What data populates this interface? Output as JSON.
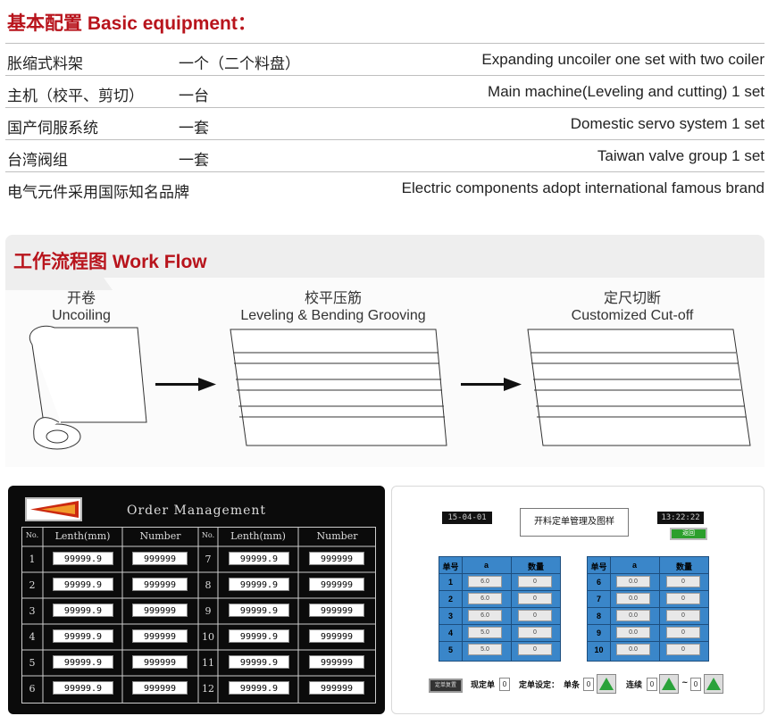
{
  "basic": {
    "heading": "基本配置 Basic equipment：",
    "rows": [
      {
        "cn": "胀缩式料架",
        "qty": "一个（二个料盘）",
        "en": "Expanding uncoiler one set with two coiler"
      },
      {
        "cn": "主机（校平、剪切）",
        "qty": "一台",
        "en": "Main machine(Leveling and cutting) 1 set"
      },
      {
        "cn": "国产伺服系统",
        "qty": "一套",
        "en": "Domestic servo system 1 set"
      },
      {
        "cn": "台湾阀组",
        "qty": "一套",
        "en": "Taiwan valve group  1 set"
      },
      {
        "cn": "电气元件采用国际知名品牌",
        "qty": "",
        "en": "Electric components adopt international famous brand"
      }
    ]
  },
  "workflow": {
    "title": "工作流程图 Work Flow",
    "steps": [
      {
        "cn": "开卷",
        "en": "Uncoiling"
      },
      {
        "cn": "校平压筋",
        "en": "Leveling & Bending Grooving"
      },
      {
        "cn": "定尺切断",
        "en": "Customized Cut-off"
      }
    ]
  },
  "order": {
    "title": "Order Management",
    "headers": [
      "No.",
      "Lenth(mm)",
      "Number",
      "No.",
      "Lenth(mm)",
      "Number"
    ],
    "left_nums": [
      "1",
      "2",
      "3",
      "4",
      "5",
      "6"
    ],
    "right_nums": [
      "7",
      "8",
      "9",
      "10",
      "11",
      "12"
    ],
    "length": "99999.9",
    "number": "999999"
  },
  "hmi": {
    "date": "15-04-01",
    "time": "13:22:22",
    "title": "开料定单管理及图样",
    "back": "返回",
    "headers": [
      "单号",
      "a",
      "数量"
    ],
    "left_nums": [
      "1",
      "2",
      "3",
      "4",
      "5"
    ],
    "left_a": [
      "6.0",
      "6.0",
      "6.0",
      "5.0",
      "5.0"
    ],
    "left_qty": [
      "0",
      "0",
      "0",
      "0",
      "0"
    ],
    "right_nums": [
      "6",
      "7",
      "8",
      "9",
      "10"
    ],
    "right_a": [
      "0.0",
      "0.0",
      "0.0",
      "0.0",
      "0.0"
    ],
    "right_qty": [
      "0",
      "0",
      "0",
      "0",
      "0"
    ],
    "reset": "定单复置",
    "current_label": "现定单",
    "current_val": "0",
    "set_label": "定单设定：",
    "single_label": "单条",
    "single_val": "0",
    "continuous_label": "连续",
    "cont_from": "0",
    "cont_sep": "~",
    "cont_to": "0"
  }
}
